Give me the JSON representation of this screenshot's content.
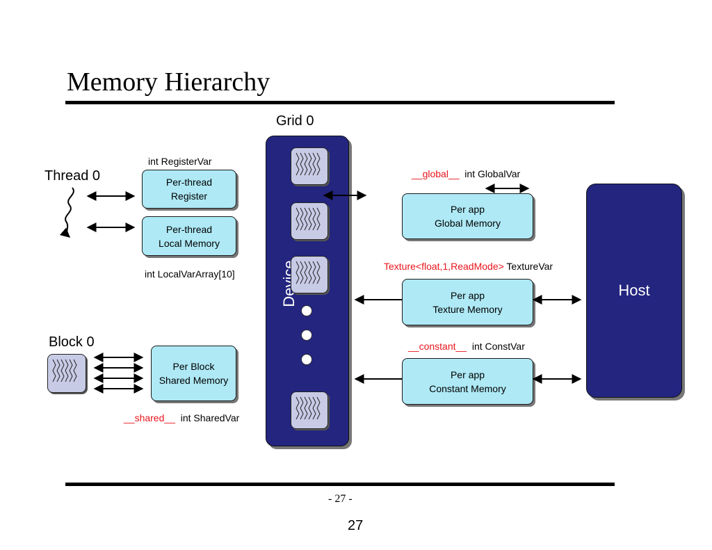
{
  "slide": {
    "title": "Memory Hierarchy",
    "footer_page": "- 27 -",
    "page_number": "27"
  },
  "labels": {
    "grid": "Grid  0",
    "thread": "Thread 0",
    "block": "Block 0",
    "device": "Device",
    "host": "Host"
  },
  "boxes": {
    "register": [
      "Per-thread",
      "Register"
    ],
    "local": [
      "Per-thread",
      "Local  Memory"
    ],
    "shared": [
      "Per Block",
      "Shared Memory"
    ],
    "global": [
      "Per app",
      "Global  Memory"
    ],
    "texture": [
      "Per app",
      "Texture Memory"
    ],
    "constant": [
      "Per app",
      "Constant Memory"
    ]
  },
  "code": {
    "register_var": "int  RegisterVar",
    "local_var": "int  LocalVarArray[10]",
    "shared_kw": "__shared__",
    "shared_var": "int  SharedVar",
    "global_kw": "__global__",
    "global_var": "int  GlobalVar",
    "texture_kw": "Texture<float,1,ReadMode>",
    "texture_var": "TextureVar",
    "constant_kw": "__constant__",
    "constant_var": "int  ConstVar"
  },
  "colors": {
    "memory_box": "#aee9f5",
    "grid_host": "#23257f",
    "keyword": "#e8141b",
    "block_icon": "#c8cbe6"
  },
  "icons": {
    "block": "thread-block-icon",
    "thread_path": "squiggle-arrow-icon",
    "ellipsis": "ellipsis-dots-icon"
  }
}
